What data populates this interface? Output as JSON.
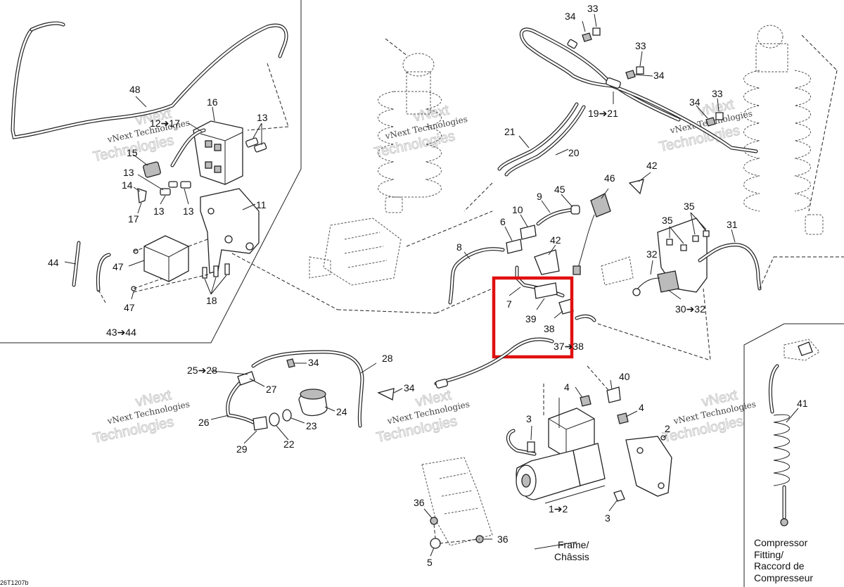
{
  "highlight_color": "#e01010",
  "callouts": [
    {
      "id": "c48",
      "text": "48"
    },
    {
      "id": "c12",
      "text": "12➔17"
    },
    {
      "id": "c16",
      "text": "16"
    },
    {
      "id": "c13a",
      "text": "13"
    },
    {
      "id": "c15",
      "text": "15"
    },
    {
      "id": "c13b",
      "text": "13"
    },
    {
      "id": "c14",
      "text": "14"
    },
    {
      "id": "c17",
      "text": "17"
    },
    {
      "id": "c13c",
      "text": "13"
    },
    {
      "id": "c13d",
      "text": "13"
    },
    {
      "id": "c11",
      "text": "11"
    },
    {
      "id": "c44",
      "text": "44"
    },
    {
      "id": "c47a",
      "text": "47"
    },
    {
      "id": "c47b",
      "text": "47"
    },
    {
      "id": "c18",
      "text": "18"
    },
    {
      "id": "c43",
      "text": "43➔44"
    },
    {
      "id": "c34a",
      "text": "34"
    },
    {
      "id": "c33a",
      "text": "33"
    },
    {
      "id": "c33b",
      "text": "33"
    },
    {
      "id": "c34b",
      "text": "34"
    },
    {
      "id": "c34c",
      "text": "34"
    },
    {
      "id": "c33c",
      "text": "33"
    },
    {
      "id": "c19",
      "text": "19➔21"
    },
    {
      "id": "c21",
      "text": "21"
    },
    {
      "id": "c20",
      "text": "20"
    },
    {
      "id": "c46",
      "text": "46"
    },
    {
      "id": "c42a",
      "text": "42"
    },
    {
      "id": "c9",
      "text": "9"
    },
    {
      "id": "c45",
      "text": "45"
    },
    {
      "id": "c10",
      "text": "10"
    },
    {
      "id": "c6",
      "text": "6"
    },
    {
      "id": "c42b",
      "text": "42"
    },
    {
      "id": "c8",
      "text": "8"
    },
    {
      "id": "c35a",
      "text": "35"
    },
    {
      "id": "c35b",
      "text": "35"
    },
    {
      "id": "c31",
      "text": "31"
    },
    {
      "id": "c32",
      "text": "32"
    },
    {
      "id": "c30",
      "text": "30➔32"
    },
    {
      "id": "c7",
      "text": "7"
    },
    {
      "id": "c39",
      "text": "39"
    },
    {
      "id": "c38",
      "text": "38"
    },
    {
      "id": "c37",
      "text": "37➔38"
    },
    {
      "id": "c28",
      "text": "28"
    },
    {
      "id": "c25",
      "text": "25➔28"
    },
    {
      "id": "c34d",
      "text": "34"
    },
    {
      "id": "c27",
      "text": "27"
    },
    {
      "id": "c34e",
      "text": "34"
    },
    {
      "id": "c24",
      "text": "24"
    },
    {
      "id": "c26",
      "text": "26"
    },
    {
      "id": "c23",
      "text": "23"
    },
    {
      "id": "c29",
      "text": "29"
    },
    {
      "id": "c22",
      "text": "22"
    },
    {
      "id": "c40",
      "text": "40"
    },
    {
      "id": "c4a",
      "text": "4"
    },
    {
      "id": "c4b",
      "text": "4"
    },
    {
      "id": "c3a",
      "text": "3"
    },
    {
      "id": "c2",
      "text": "2"
    },
    {
      "id": "c41",
      "text": "41"
    },
    {
      "id": "c36a",
      "text": "36"
    },
    {
      "id": "c1",
      "text": "1➔2"
    },
    {
      "id": "c3b",
      "text": "3"
    },
    {
      "id": "c36b",
      "text": "36"
    },
    {
      "id": "c5",
      "text": "5"
    }
  ],
  "captions": {
    "frame_line1": "Frame/",
    "frame_line2": "Châssis",
    "fitting_line1": "Compressor",
    "fitting_line2": "Fitting/",
    "fitting_line3": "Raccord de",
    "fitting_line4": "Compresseur",
    "drawing_code": "26T1207b"
  },
  "watermark": {
    "line1": "vNext Technologies",
    "line2": "Technologies",
    "line3": "vNext"
  }
}
